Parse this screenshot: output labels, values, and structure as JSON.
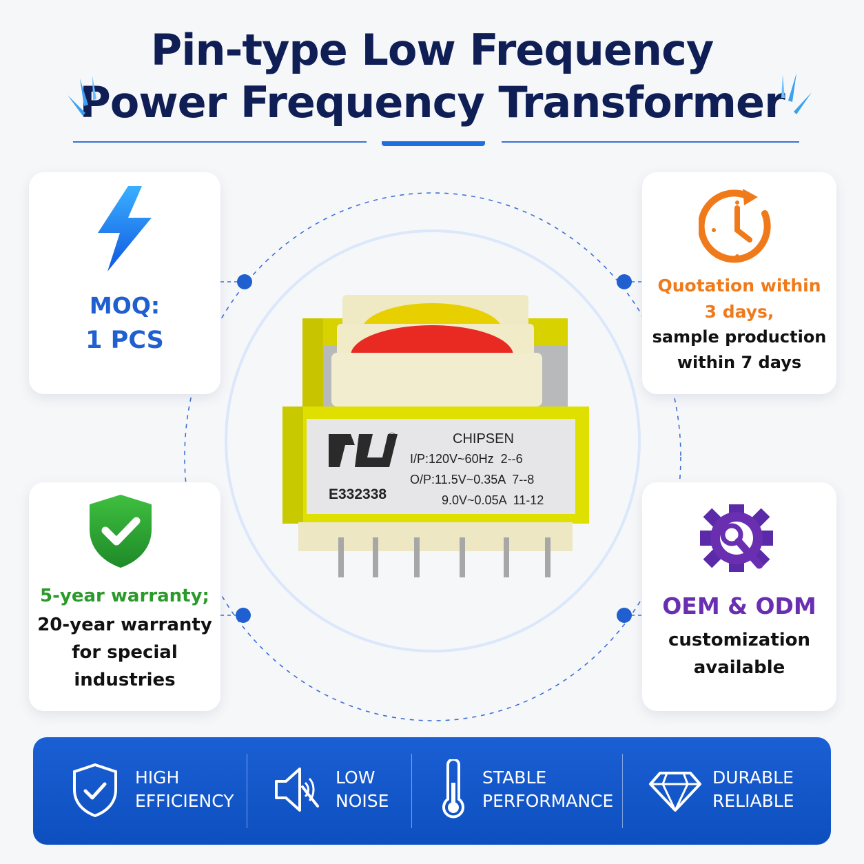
{
  "title": {
    "line1": "Pin-type Low Frequency",
    "line2": "Power Frequency Transformer"
  },
  "colors": {
    "navy": "#0f1f55",
    "blue": "#1f5fcf",
    "orange": "#f07a1a",
    "green": "#2a9a2a",
    "purple": "#6a2fb0",
    "banner": "#1256c8"
  },
  "cards": {
    "moq": {
      "icon": "lightning-icon",
      "line1": "MOQ:",
      "line2": "1 PCS"
    },
    "quote": {
      "icon": "clock-refresh-icon",
      "highlight1": "Quotation within",
      "highlight2": "3 days,",
      "line3": "sample production",
      "line4": "within 7 days"
    },
    "warranty": {
      "icon": "shield-check-icon",
      "highlight": "5-year warranty;",
      "line2": "20-year warranty",
      "line3": "for special",
      "line4": "industries"
    },
    "oem": {
      "icon": "gear-wrench-icon",
      "highlight": "OEM & ODM",
      "line2": "customization",
      "line3": "available"
    }
  },
  "product": {
    "brand": "CHIPSEN",
    "cert_code": "E332338",
    "registered": "®",
    "input": "I/P:120V~60Hz  2--6",
    "output1": "O/P:11.5V~0.35A  7--8",
    "output2": "9.0V~0.05A  11-12"
  },
  "features": [
    {
      "icon": "shield-check-outline-icon",
      "line1": "HIGH",
      "line2": "EFFICIENCY"
    },
    {
      "icon": "speaker-mute-icon",
      "line1": "LOW",
      "line2": "NOISE"
    },
    {
      "icon": "thermometer-icon",
      "line1": "STABLE",
      "line2": "PERFORMANCE"
    },
    {
      "icon": "diamond-icon",
      "line1": "DURABLE",
      "line2": "RELIABLE"
    }
  ]
}
